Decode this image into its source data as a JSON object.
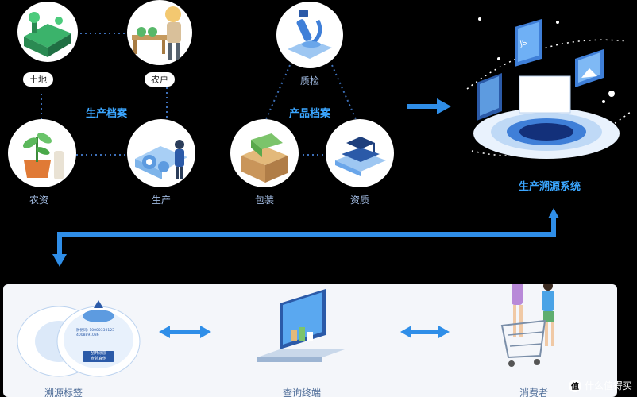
{
  "production_file": {
    "title": "生产档案",
    "nodes": {
      "land": "土地",
      "farmer": "农户",
      "agri_input": "农资",
      "production": "生产"
    }
  },
  "product_file": {
    "title": "产品档案",
    "nodes": {
      "inspection": "质检",
      "packaging": "包装",
      "qualification": "资质"
    }
  },
  "system": {
    "title": "生产溯源系统",
    "icon_text": "JS"
  },
  "bottom": {
    "trace_label": "溯源标签",
    "query_terminal": "查询终端",
    "consumer": "消费者",
    "label_lines": [
      "刮开涂层",
      "查验真伪",
      "防伪码: 10000330123",
      "4008891036"
    ]
  },
  "watermark": "什么值得买",
  "colors": {
    "background": "#000000",
    "accent_blue": "#2f8ee8",
    "title_blue": "#3ba6ff",
    "panel_bg": "#f4f6fa"
  }
}
